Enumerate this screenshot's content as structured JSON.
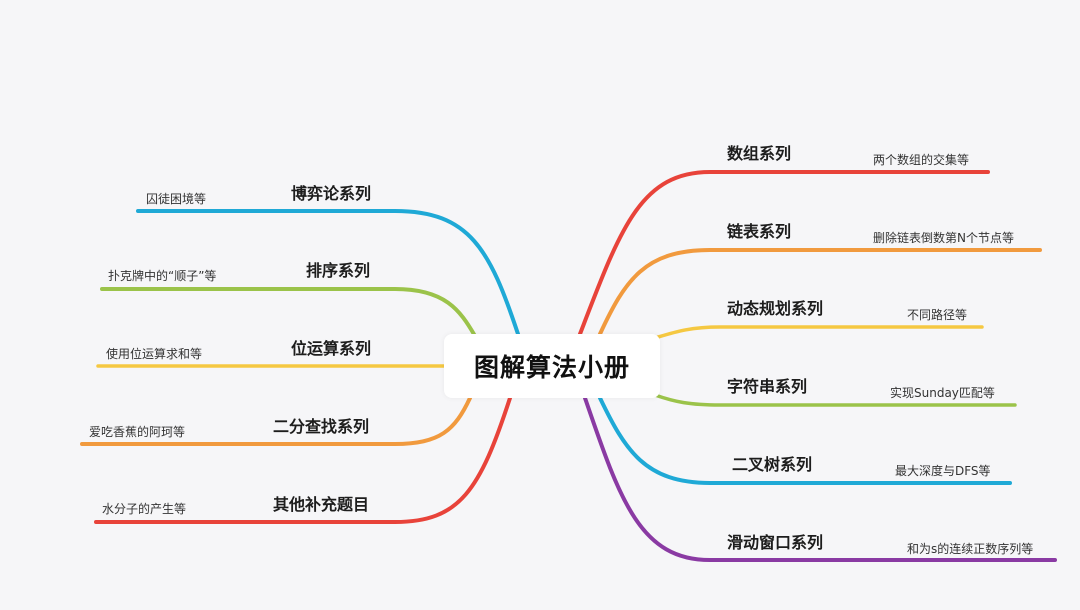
{
  "root": {
    "title": "图解算法小册"
  },
  "branches": {
    "right": [
      {
        "label": "数组系列",
        "leaf": "两个数组的交集等",
        "color": "#e8433a"
      },
      {
        "label": "链表系列",
        "leaf": "删除链表倒数第N个节点等",
        "color": "#f19a3e"
      },
      {
        "label": "动态规划系列",
        "leaf": "不同路径等",
        "color": "#f5c842"
      },
      {
        "label": "字符串系列",
        "leaf": "实现Sunday匹配等",
        "color": "#9bc34a"
      },
      {
        "label": "二叉树系列",
        "leaf": "最大深度与DFS等",
        "color": "#1fa9d6"
      },
      {
        "label": "滑动窗口系列",
        "leaf": "和为s的连续正数序列等",
        "color": "#8a3aa3"
      }
    ],
    "left": [
      {
        "label": "博弈论系列",
        "leaf": "囚徒困境等",
        "color": "#1fa9d6"
      },
      {
        "label": "排序系列",
        "leaf": "扑克牌中的“顺子”等",
        "color": "#9bc34a"
      },
      {
        "label": "位运算系列",
        "leaf": "使用位运算求和等",
        "color": "#f5c842"
      },
      {
        "label": "二分查找系列",
        "leaf": "爱吃香蕉的阿珂等",
        "color": "#f19a3e"
      },
      {
        "label": "其他补充题目",
        "leaf": "水分子的产生等",
        "color": "#e8433a"
      }
    ]
  }
}
